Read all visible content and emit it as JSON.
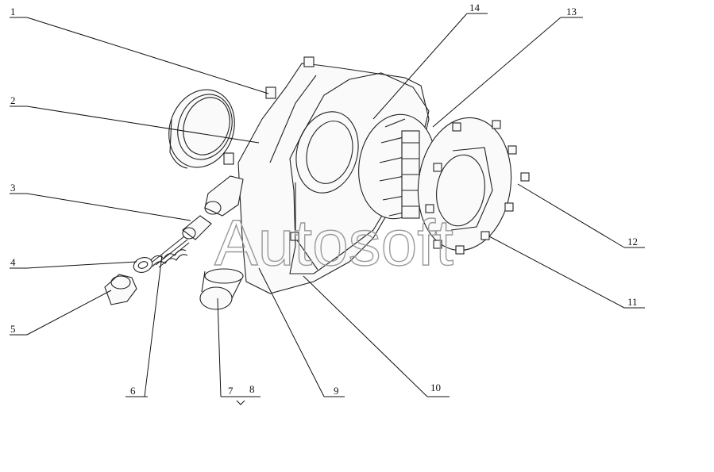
{
  "watermark": "Autosoft",
  "callouts": [
    {
      "id": "1",
      "text": "1"
    },
    {
      "id": "2",
      "text": "2"
    },
    {
      "id": "3",
      "text": "3"
    },
    {
      "id": "4",
      "text": "4"
    },
    {
      "id": "5",
      "text": "5"
    },
    {
      "id": "6",
      "text": "6"
    },
    {
      "id": "7",
      "text": "7"
    },
    {
      "id": "8",
      "text": "8"
    },
    {
      "id": "9",
      "text": "9"
    },
    {
      "id": "10",
      "text": "10"
    },
    {
      "id": "11",
      "text": "11"
    },
    {
      "id": "12",
      "text": "12"
    },
    {
      "id": "13",
      "text": "13"
    },
    {
      "id": "14",
      "text": "14"
    }
  ]
}
